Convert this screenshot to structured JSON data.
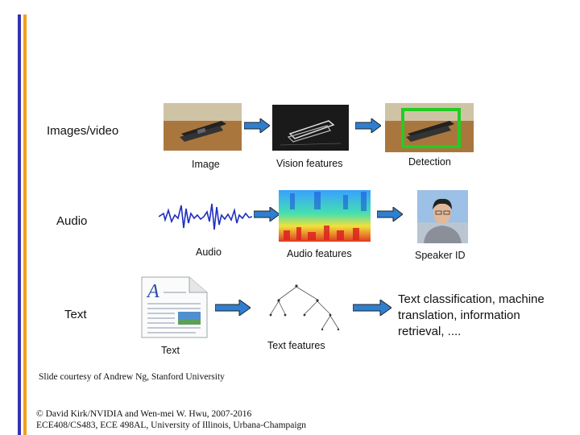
{
  "rows": {
    "images": {
      "row_label": "Images/video",
      "col1": "Image",
      "col2": "Vision features",
      "col3": "Detection"
    },
    "audio": {
      "row_label": "Audio",
      "col1": "Audio",
      "col2": "Audio features",
      "col3": "Speaker ID"
    },
    "text": {
      "row_label": "Text",
      "col1": "Text",
      "col2": "Text  features",
      "result_lines": [
        "Text classification, machine",
        "translation, information",
        "retrieval, ...."
      ]
    }
  },
  "footer": {
    "credit": "Slide courtesy of Andrew Ng, Stanford University",
    "copyright_line1": "© David Kirk/NVIDIA and Wen-mei W. Hwu, 2007-2016",
    "copyright_line2": "ECE408/CS483, ECE 498AL, University of Illinois, Urbana-Champaign"
  },
  "colors": {
    "bar_blue": "#3333b3",
    "bar_orange": "#f0a01e",
    "arrow_blue": "#2f7fd0",
    "detection_box": "#22cc22"
  }
}
